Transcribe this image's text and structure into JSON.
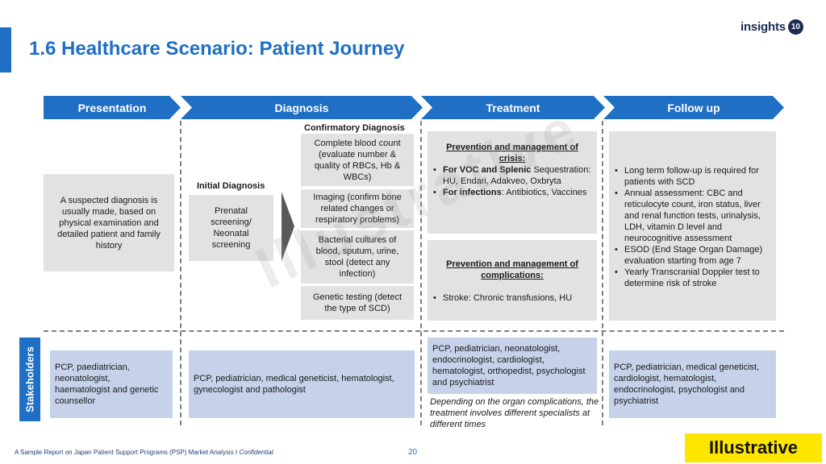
{
  "header": {
    "title": "1.6 Healthcare Scenario: Patient Journey",
    "logo_text": "insights",
    "logo_badge": "10"
  },
  "stages": [
    "Presentation",
    "Diagnosis",
    "Treatment",
    "Follow up"
  ],
  "presentation": {
    "text": "A suspected diagnosis is usually made, based on physical examination and detailed patient and family history"
  },
  "diagnosis": {
    "initial_heading": "Initial Diagnosis",
    "initial_text": "Prenatal screening/ Neonatal screening",
    "confirmatory_heading": "Confirmatory Diagnosis",
    "tests": [
      "Complete blood count (evaluate number & quality of RBCs, Hb & WBCs)",
      "Imaging (confirm bone related changes or respiratory problems)",
      "Bacterial cultures of blood, sputum, urine, stool (detect any infection)",
      "Genetic testing (detect the type of SCD)"
    ]
  },
  "treatment": {
    "crisis_heading": "Prevention and management of crisis:",
    "crisis_items": [
      {
        "bold": "For VOC and Splenic",
        "text": " Sequestration: HU, Endari, Adakveo, Oxbryta"
      },
      {
        "bold": "For infections",
        "text": ": Antibiotics, Vaccines"
      }
    ],
    "complications_heading": "Prevention and management of complications:",
    "complications_items": [
      "Stroke: Chronic transfusions, HU"
    ]
  },
  "followup": {
    "items": [
      "Long term follow-up is required for patients with SCD",
      "Annual assessment: CBC and reticulocyte count, iron status, liver and renal function tests, urinalysis, LDH, vitamin D level and neurocognitive assessment",
      "ESOD (End Stage Organ Damage) evaluation starting from age 7",
      "Yearly Transcranial Doppler test to determine risk of stroke"
    ]
  },
  "stakeholders": {
    "label": "Stakeholders",
    "presentation": "PCP, paediatrician, neonatologist, haematologist and genetic counsellor",
    "diagnosis": "PCP, pediatrician, medical geneticist, hematologist, gynecologist and pathologist",
    "treatment": "PCP, pediatrician, neonatologist, endocrinologist, cardiologist, hematologist, orthopedist, psychologist and psychiatrist",
    "treatment_note": "Depending on the organ complications, the treatment involves different specialists at different times",
    "followup": "PCP, pediatrician, medical geneticist, cardiologist, hematologist, endocrinologist, psychologist and psychiatrist"
  },
  "footer": {
    "text": "A Sample Report on Japan Patient Support Programs (PSP) Market Analysis I ",
    "confidential": "Confidential",
    "page": "20"
  },
  "badge": "Illustrative",
  "watermark": "Illustrative",
  "colors": {
    "accent": "#1f6fc4",
    "box": "#e2e2e2",
    "stakeholder_box": "#c5d2ea",
    "badge": "#ffe600"
  }
}
